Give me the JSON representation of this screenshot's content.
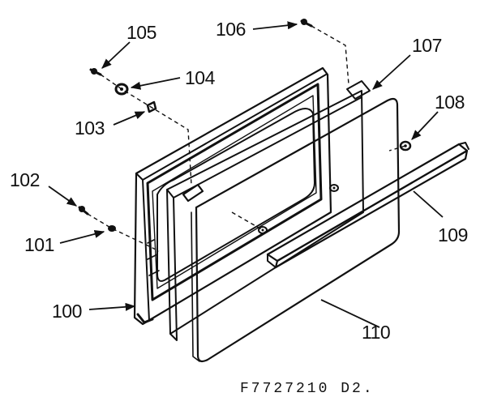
{
  "diagram": {
    "caption": "F7727210 D2.",
    "labels": {
      "p100": "100",
      "p101": "101",
      "p102": "102",
      "p103": "103",
      "p104": "104",
      "p105": "105",
      "p106": "106",
      "p107": "107",
      "p108": "108",
      "p109": "109",
      "p110": "110"
    }
  }
}
